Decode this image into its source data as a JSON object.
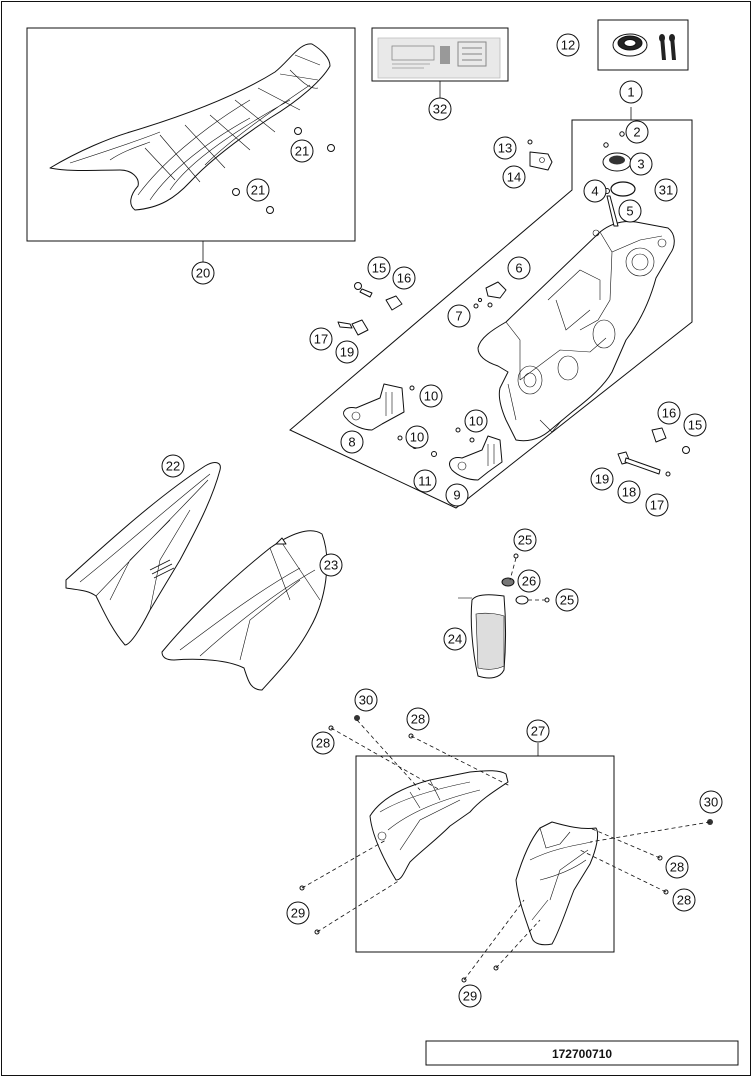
{
  "reference_number": "172700710",
  "callouts": [
    {
      "id": "c1",
      "label": "1"
    },
    {
      "id": "c2",
      "label": "2"
    },
    {
      "id": "c3",
      "label": "3"
    },
    {
      "id": "c4",
      "label": "4"
    },
    {
      "id": "c5",
      "label": "5"
    },
    {
      "id": "c6",
      "label": "6"
    },
    {
      "id": "c7",
      "label": "7"
    },
    {
      "id": "c8",
      "label": "8"
    },
    {
      "id": "c9",
      "label": "9"
    },
    {
      "id": "c10a",
      "label": "10"
    },
    {
      "id": "c10b",
      "label": "10"
    },
    {
      "id": "c10c",
      "label": "10"
    },
    {
      "id": "c11",
      "label": "11"
    },
    {
      "id": "c12",
      "label": "12"
    },
    {
      "id": "c13",
      "label": "13"
    },
    {
      "id": "c14",
      "label": "14"
    },
    {
      "id": "c15a",
      "label": "15"
    },
    {
      "id": "c15b",
      "label": "15"
    },
    {
      "id": "c16a",
      "label": "16"
    },
    {
      "id": "c16b",
      "label": "16"
    },
    {
      "id": "c17a",
      "label": "17"
    },
    {
      "id": "c17b",
      "label": "17"
    },
    {
      "id": "c18",
      "label": "18"
    },
    {
      "id": "c19a",
      "label": "19"
    },
    {
      "id": "c19b",
      "label": "19"
    },
    {
      "id": "c20",
      "label": "20"
    },
    {
      "id": "c21a",
      "label": "21"
    },
    {
      "id": "c21b",
      "label": "21"
    },
    {
      "id": "c22",
      "label": "22"
    },
    {
      "id": "c23",
      "label": "23"
    },
    {
      "id": "c24",
      "label": "24"
    },
    {
      "id": "c25a",
      "label": "25"
    },
    {
      "id": "c25b",
      "label": "25"
    },
    {
      "id": "c26",
      "label": "26"
    },
    {
      "id": "c27",
      "label": "27"
    },
    {
      "id": "c28a",
      "label": "28"
    },
    {
      "id": "c28b",
      "label": "28"
    },
    {
      "id": "c28c",
      "label": "28"
    },
    {
      "id": "c28d",
      "label": "28"
    },
    {
      "id": "c29a",
      "label": "29"
    },
    {
      "id": "c29b",
      "label": "29"
    },
    {
      "id": "c30a",
      "label": "30"
    },
    {
      "id": "c30b",
      "label": "30"
    },
    {
      "id": "c31",
      "label": "31"
    },
    {
      "id": "c32",
      "label": "32"
    }
  ]
}
